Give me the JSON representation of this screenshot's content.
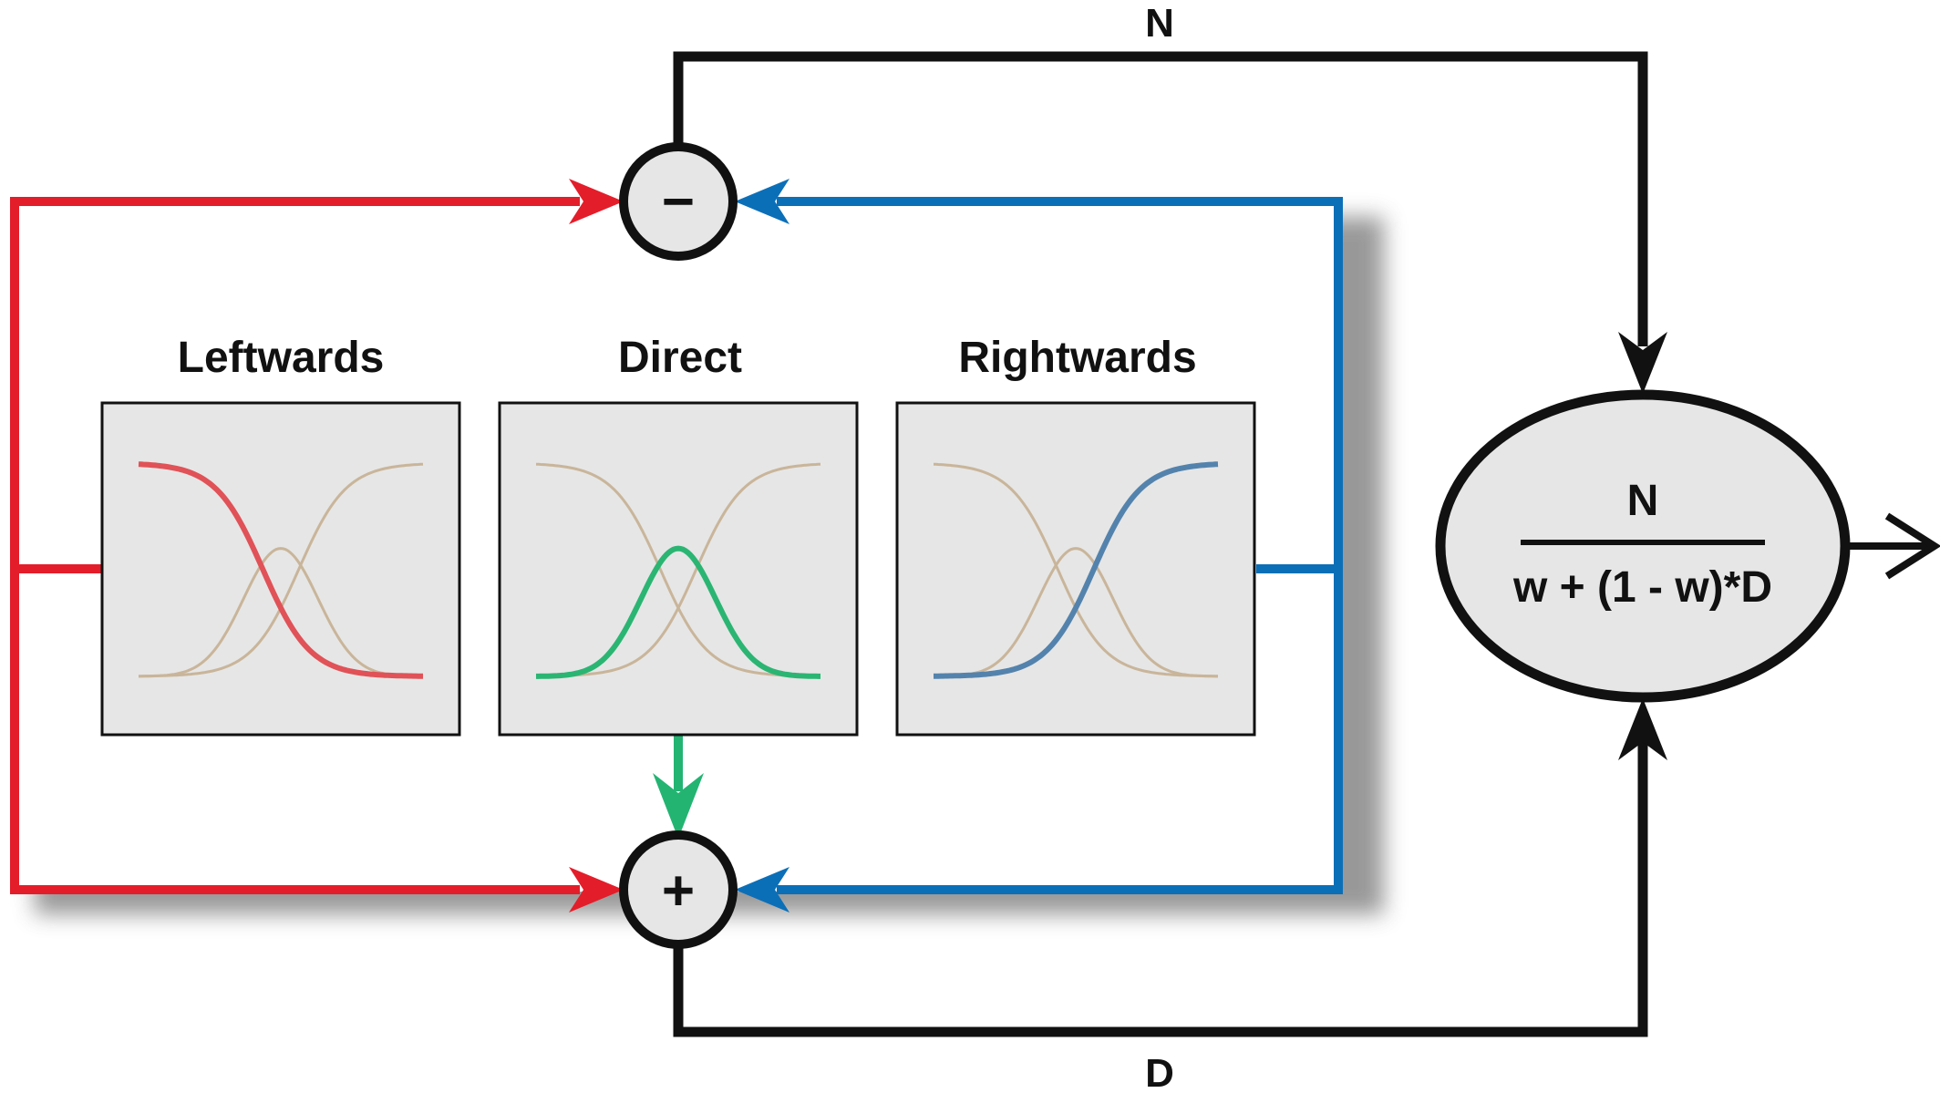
{
  "colors": {
    "left": "#e41d2a",
    "left_curve": "#e05257",
    "direct": "#23b472",
    "direct_curve": "#2bb573",
    "right": "#0b6fb8",
    "right_curve": "#5383ad",
    "neutral_curve": "#c9b59a",
    "panel_fill": "#e6e6e6",
    "stroke": "#111111"
  },
  "boxes": [
    {
      "id": "left",
      "title": "Leftwards",
      "highlight": "left"
    },
    {
      "id": "direct",
      "title": "Direct",
      "highlight": "center"
    },
    {
      "id": "right",
      "title": "Rightwards",
      "highlight": "right"
    }
  ],
  "operators": {
    "subtract": "−",
    "add": "+"
  },
  "edges": {
    "top_label": "N",
    "bottom_label": "D"
  },
  "equation": {
    "numerator": "N",
    "denominator": "w + (1 - w)*D"
  }
}
